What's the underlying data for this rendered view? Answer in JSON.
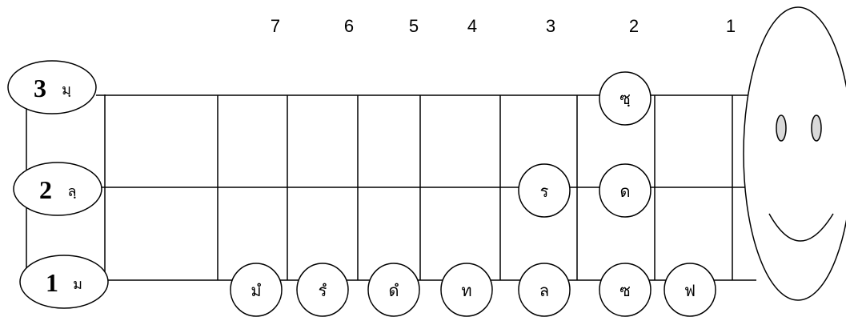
{
  "fret_numbers": [
    "7",
    "6",
    "5",
    "4",
    "3",
    "2",
    "1"
  ],
  "strings": [
    {
      "number": "3",
      "name": "มฺ"
    },
    {
      "number": "2",
      "name": "ลฺ"
    },
    {
      "number": "1",
      "name": "ม"
    }
  ],
  "notes": {
    "string_3": [
      "ซฺ"
    ],
    "string_2": [
      "ร",
      "ด"
    ],
    "string_1": [
      "มํ",
      "รํ",
      "ดํ",
      "ท",
      "ล",
      "ซ",
      "ฟ"
    ]
  }
}
